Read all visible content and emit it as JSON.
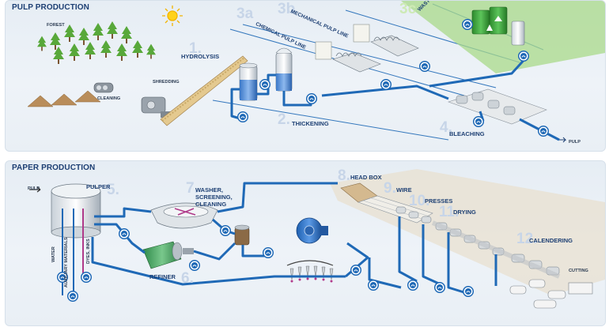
{
  "pulp": {
    "title": "PULP PRODUCTION",
    "labels": {
      "forest": "FOREST",
      "cleaning": "CLEANING",
      "shredding": "SHREDDING",
      "hydrolysis": "HYDROLYSIS",
      "chemical": "CHEMICAL PULP LINE",
      "mechanical": "MECHANICAL PULP LINE",
      "waste": "WASTE PAPER PULP",
      "thickening": "THICKENING",
      "bleaching": "BLEACHING",
      "pulp_out": "PULP"
    },
    "steps": {
      "s1": "1.",
      "s2": "2.",
      "s3a": "3a",
      "s3b": "3b",
      "s3c": "3c",
      "s4": "4."
    }
  },
  "paper": {
    "title": "PAPER PRODUCTION",
    "labels": {
      "pulp_in": "PULP",
      "pulper": "PULPER",
      "washer": "WASHER, SCREENING, CLEANING",
      "washer_1": "WASHER,",
      "washer_2": "SCREENING,",
      "washer_3": "CLEANING",
      "refiner": "REFINER",
      "head_box": "HEAD BOX",
      "wire": "WIRE",
      "presses": "PRESSES",
      "drying": "DRYING",
      "calendering": "CALENDERING",
      "cutting": "CUTTING",
      "water": "WATER",
      "aux": "AUXILIARY MATERIALS",
      "dyes": "DYES, INKS"
    },
    "steps": {
      "s5": "5.",
      "s6": "6.",
      "s7": "7.",
      "s8": "8.",
      "s9": "9.",
      "s10": "10.",
      "s11": "11.",
      "s12": "12."
    }
  },
  "colors": {
    "pipe": "#1f69b6",
    "title": "#1d3f73",
    "step_number": "#c7d5e8",
    "forest": "#58a83a",
    "recycling": "#3aa03a"
  },
  "icons": [
    "sun-icon",
    "flow-meter-icon",
    "recycling-icon",
    "tree-icon",
    "pump-icon"
  ]
}
